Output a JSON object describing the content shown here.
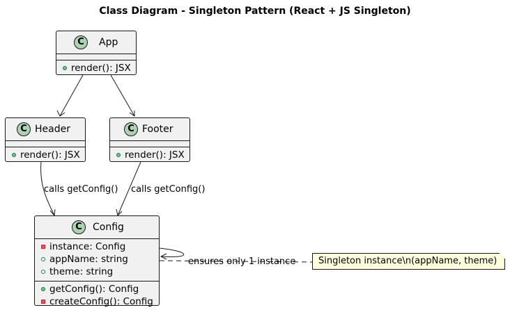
{
  "title": "Class Diagram - Singleton Pattern (React + JS Singleton)",
  "classes": {
    "app": {
      "icon": "C",
      "name": "App",
      "attributes": [],
      "methods": [
        {
          "visibility": "public",
          "text": "render(): JSX"
        }
      ]
    },
    "header": {
      "icon": "C",
      "name": "Header",
      "attributes": [],
      "methods": [
        {
          "visibility": "public",
          "text": "render(): JSX"
        }
      ]
    },
    "footer": {
      "icon": "C",
      "name": "Footer",
      "attributes": [],
      "methods": [
        {
          "visibility": "public",
          "text": "render(): JSX"
        }
      ]
    },
    "config": {
      "icon": "C",
      "name": "Config",
      "attributes": [
        {
          "visibility": "private",
          "text": "instance: Config"
        },
        {
          "visibility": "public",
          "text": "appName: string"
        },
        {
          "visibility": "public",
          "text": "theme: string"
        }
      ],
      "methods": [
        {
          "visibility": "public",
          "text": "getConfig(): Config"
        },
        {
          "visibility": "private",
          "text": "createConfig(): Config"
        }
      ]
    }
  },
  "edges": {
    "header_config_label": "calls getConfig()",
    "footer_config_label": "calls getConfig()",
    "config_self_label": "ensures only 1 instance"
  },
  "note": {
    "text": "Singleton instance\\n(appName, theme)"
  }
}
